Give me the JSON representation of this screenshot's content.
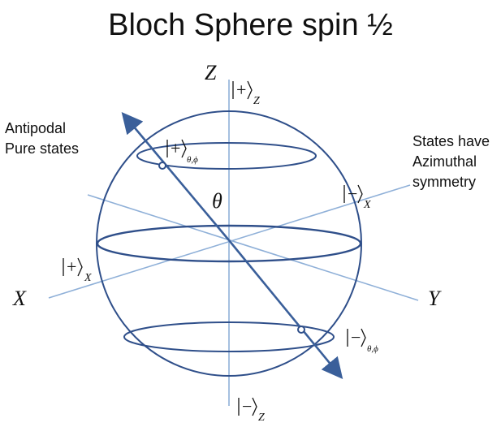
{
  "title": "Bloch Sphere spin ½",
  "left_note": {
    "line1": "Antipodal",
    "line2": "Pure states"
  },
  "right_note": {
    "line1": "States have",
    "line2": "Azimuthal",
    "line3": "symmetry"
  },
  "axes": {
    "z": "Z",
    "x": "X",
    "y": "Y"
  },
  "angle_label": "θ",
  "kets": {
    "plus_z": {
      "sym": "+",
      "sub": "Z"
    },
    "minus_z": {
      "sym": "−",
      "sub": "Z"
    },
    "plus_x": {
      "sym": "+",
      "sub": "X"
    },
    "minus_x": {
      "sym": "−",
      "sub": "X"
    },
    "plus_theta_phi": {
      "sym": "+",
      "sub": "θ,ϕ"
    },
    "minus_theta_phi": {
      "sym": "−",
      "sub": "θ,ϕ"
    }
  },
  "colors": {
    "sphere": "#2f4f8a",
    "axes": "#8fb0d8",
    "arrow": "#3a5f9a",
    "text": "#111111"
  }
}
